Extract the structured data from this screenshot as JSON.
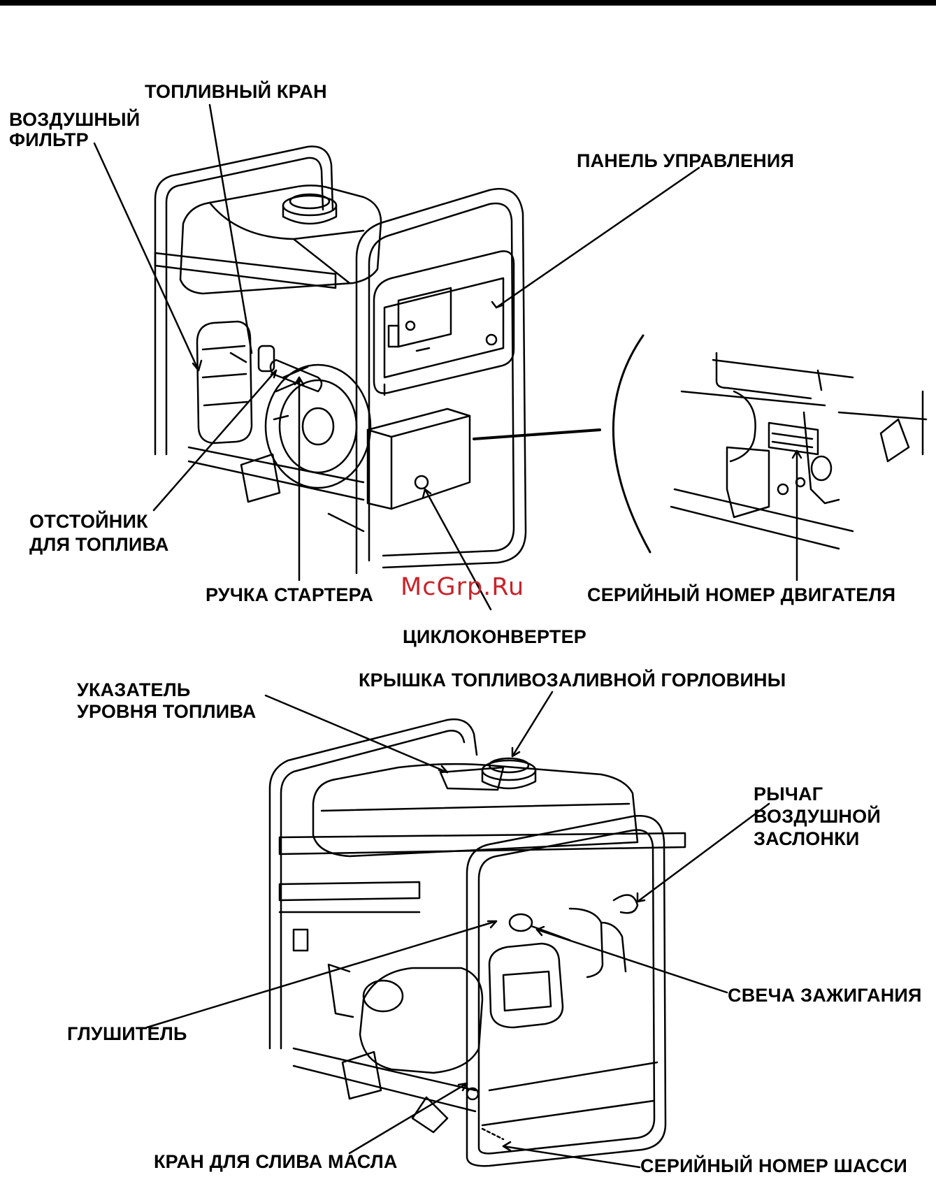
{
  "watermark": "McGrp.Ru",
  "labels": {
    "fuel_valve": "ТОПЛИВНЫЙ КРАН",
    "air_filter": [
      "ВОЗДУШНЫЙ",
      "ФИЛЬТР"
    ],
    "control_panel": "ПАНЕЛЬ УПРАВЛЕНИЯ",
    "sediment_cup": [
      "ОТСТОЙНИК",
      "ДЛЯ ТОПЛИВА"
    ],
    "starter_grip": "РУЧКА СТАРТЕРА",
    "cycloconverter": "ЦИКЛОКОНВЕРТЕР",
    "engine_serial": "СЕРИЙНЫЙ НОМЕР ДВИГАТЕЛЯ",
    "fuel_gauge": [
      "УКАЗАТЕЛЬ",
      "УРОВНЯ ТОПЛИВА"
    ],
    "fuel_cap": "КРЫШКА ТОПЛИВОЗАЛИВНОЙ ГОРЛОВИНЫ",
    "choke_lever": [
      "РЫЧАГ",
      "ВОЗДУШНОЙ",
      "ЗАСЛОНКИ"
    ],
    "spark_plug": "СВЕЧА ЗАЖИГАНИЯ",
    "muffler": "ГЛУШИТЕЛЬ",
    "oil_drain": "КРАН ДЛЯ СЛИВА МАСЛА",
    "frame_serial": "СЕРИЙНЫЙ НОМЕР ШАССИ"
  }
}
